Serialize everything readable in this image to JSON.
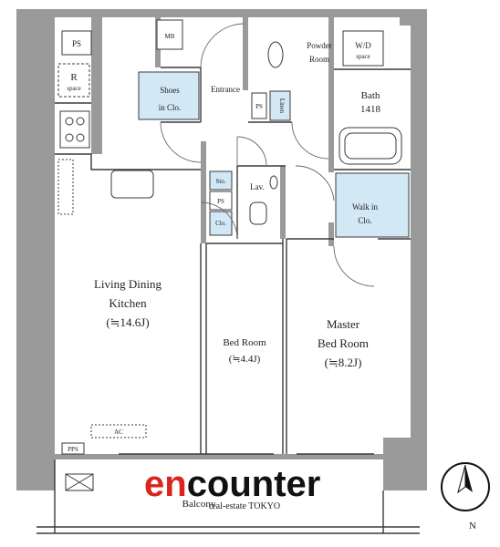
{
  "colors": {
    "wall": "#9a9a9a",
    "line": "#3a3a3a",
    "closet": "#d2e8f5",
    "brand_red": "#d9261c",
    "brand_black": "#111111"
  },
  "rooms": {
    "ldk": {
      "line1": "Living Dining",
      "line2": "Kitchen",
      "size": "(≒14.6J)"
    },
    "bed": {
      "name": "Bed Room",
      "size": "(≒4.4J)"
    },
    "master": {
      "line1": "Master",
      "line2": "Bed Room",
      "size": "(≒8.2J)"
    },
    "powder": {
      "line1": "Powder",
      "line2": "Room"
    },
    "bath": {
      "line1": "Bath",
      "line2": "1418"
    },
    "walkin": {
      "line1": "Walk in",
      "line2": "Clo."
    },
    "shoes": {
      "line1": "Shoes",
      "line2": "in Clo."
    },
    "entrance": "Entrance",
    "lav": "Lav.",
    "balcony": "Balcony"
  },
  "fixtures": {
    "ps_top": "PS",
    "mb": "MB",
    "r_space": {
      "letter": "R",
      "sub": "space"
    },
    "wd": {
      "label": "W/D",
      "sub": "space"
    },
    "linen": "Linen",
    "ps_linen": "PS",
    "sto": "Sto.",
    "ps_mid": "PS",
    "clo": "Clo.",
    "ac": "AC",
    "pps": "PPS"
  },
  "compass": {
    "north": "N"
  },
  "brand": {
    "part1": "en",
    "part2": "counter",
    "tagline": "real-estate TOKYO"
  }
}
